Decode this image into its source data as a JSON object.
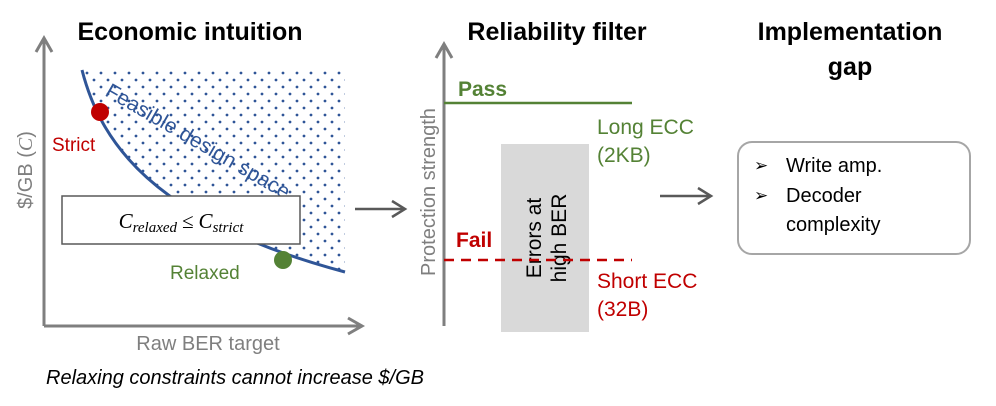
{
  "panels": {
    "economic": {
      "title": "Economic intuition",
      "ylabel_prefix": "$/GB (",
      "ylabel_var": "C",
      "ylabel_suffix": ")",
      "xlabel": "Raw BER target",
      "region_label": "Feasible design space",
      "strict_label": "Strict",
      "relaxed_label": "Relaxed",
      "inequality": {
        "lhs_var": "C",
        "lhs_sub": "relaxed",
        "op": "≤",
        "rhs_var": "C",
        "rhs_sub": "strict"
      },
      "caption": "Relaxing constraints cannot increase $/GB"
    },
    "reliability": {
      "title": "Reliability filter",
      "ylabel": "Protection strength",
      "pass_label": "Pass",
      "fail_label": "Fail",
      "long_ecc_line1": "Long ECC",
      "long_ecc_line2": "(2KB)",
      "short_ecc_line1": "Short ECC",
      "short_ecc_line2": "(32B)",
      "errors_box_line1": "Errors at",
      "errors_box_line2": "high BER"
    },
    "implementation": {
      "title_line1": "Implementation",
      "title_line2": "gap",
      "bullets": [
        {
          "line1": "Write amp.",
          "line2": ""
        },
        {
          "line1": "Decoder",
          "line2": "complexity"
        }
      ],
      "bullet_marker": "➢"
    }
  },
  "colors": {
    "strict": "#c00000",
    "relaxed": "#548235",
    "curve": "#2f5597",
    "axis": "#7f7f7f",
    "pass": "#548235",
    "fail": "#c00000",
    "errors_box": "#d9d9d9",
    "arrow": "#595959"
  },
  "icons": {
    "flow_arrow": "right-arrow-icon",
    "bullet": "arrow-bullet-icon"
  }
}
